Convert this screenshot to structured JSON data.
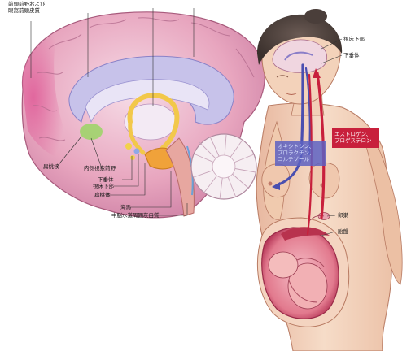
{
  "labels": {
    "prefrontal": "前頭前野および\n眼窩前頭皮質",
    "amygdala": "扁桃核",
    "medial_preoptic": "内側視索前野",
    "pituitary_left": "下垂体",
    "hypothalamus_left": "視床下部",
    "nucleus_accumbens": "扁桃体",
    "hippocampus": "海馬",
    "periaqueductal": "中脳水道周囲灰白質",
    "hypothalamus_right": "視床下部",
    "pituitary_right": "下垂体",
    "estrogen_progesterone": "エストロゲン、\nプロゲステロン",
    "oxytocin_prolactin": "オキシトシン、\nプロラクチン、\nコルチゾール",
    "ovary": "卵巣",
    "placenta": "胎盤"
  },
  "colors": {
    "hormone_red": "#c8203c",
    "oxytocin_blue": "#4a4fb0",
    "skin": "#f4d6c2",
    "brain_pink": "#f2b4c6"
  }
}
